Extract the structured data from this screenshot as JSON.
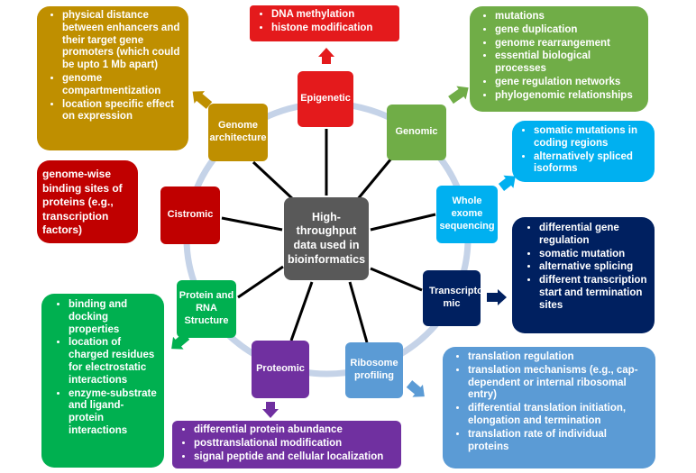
{
  "center": {
    "label": "High-throughput data used in bioinformatics",
    "color": "#595959"
  },
  "ring_color": "#c5d3e8",
  "nodes": [
    {
      "id": "epigenetic",
      "label": "Epigenetic",
      "color": "#e41a1c",
      "details": [
        "DNA methylation",
        "histone modification"
      ]
    },
    {
      "id": "genomic",
      "label": "Genomic",
      "color": "#70ad47",
      "details": [
        "mutations",
        "gene duplication",
        "genome rearrangement",
        "essential biological processes",
        "gene regulation networks",
        "phylogenomic relationships"
      ]
    },
    {
      "id": "whole-exome",
      "label": "Whole exome sequencing",
      "color": "#00b0f0",
      "details": [
        "somatic mutations in coding regions",
        "alternatively spliced isoforms"
      ]
    },
    {
      "id": "transcriptomic",
      "label": "Transcripto-mic",
      "color": "#002060",
      "details": [
        "differential gene regulation",
        "somatic mutation",
        "alternative splicing",
        "different transcription start and termination sites"
      ]
    },
    {
      "id": "ribosome",
      "label": "Ribosome profiling",
      "color": "#5b9bd5",
      "details": [
        "translation regulation",
        "translation mechanisms (e.g., cap-dependent or internal ribosomal entry)",
        "differential translation initiation, elongation and termination",
        "translation rate of individual proteins"
      ]
    },
    {
      "id": "proteomic",
      "label": "Proteomic",
      "color": "#7030a0",
      "details": [
        "differential protein abundance",
        "posttranslational modification",
        "signal peptide and cellular localization"
      ]
    },
    {
      "id": "protein-rna",
      "label": "Protein and RNA Structure",
      "color": "#00b050",
      "details": [
        "binding and docking properties",
        "location of charged residues for electrostatic interactions",
        "enzyme-substrate and ligand-protein interactions"
      ]
    },
    {
      "id": "cistromic",
      "label": "Cistromic",
      "color": "#c00000",
      "details": [
        "genome-wise binding sites of proteins (e.g., transcription factors)"
      ]
    },
    {
      "id": "genome-arch",
      "label": "Genome architecture",
      "color": "#bf8f00",
      "details": [
        "physical distance between enhancers and their target gene promoters (which could be upto 1 Mb apart)",
        "genome compartmentization",
        "location specific effect on expression"
      ]
    }
  ]
}
